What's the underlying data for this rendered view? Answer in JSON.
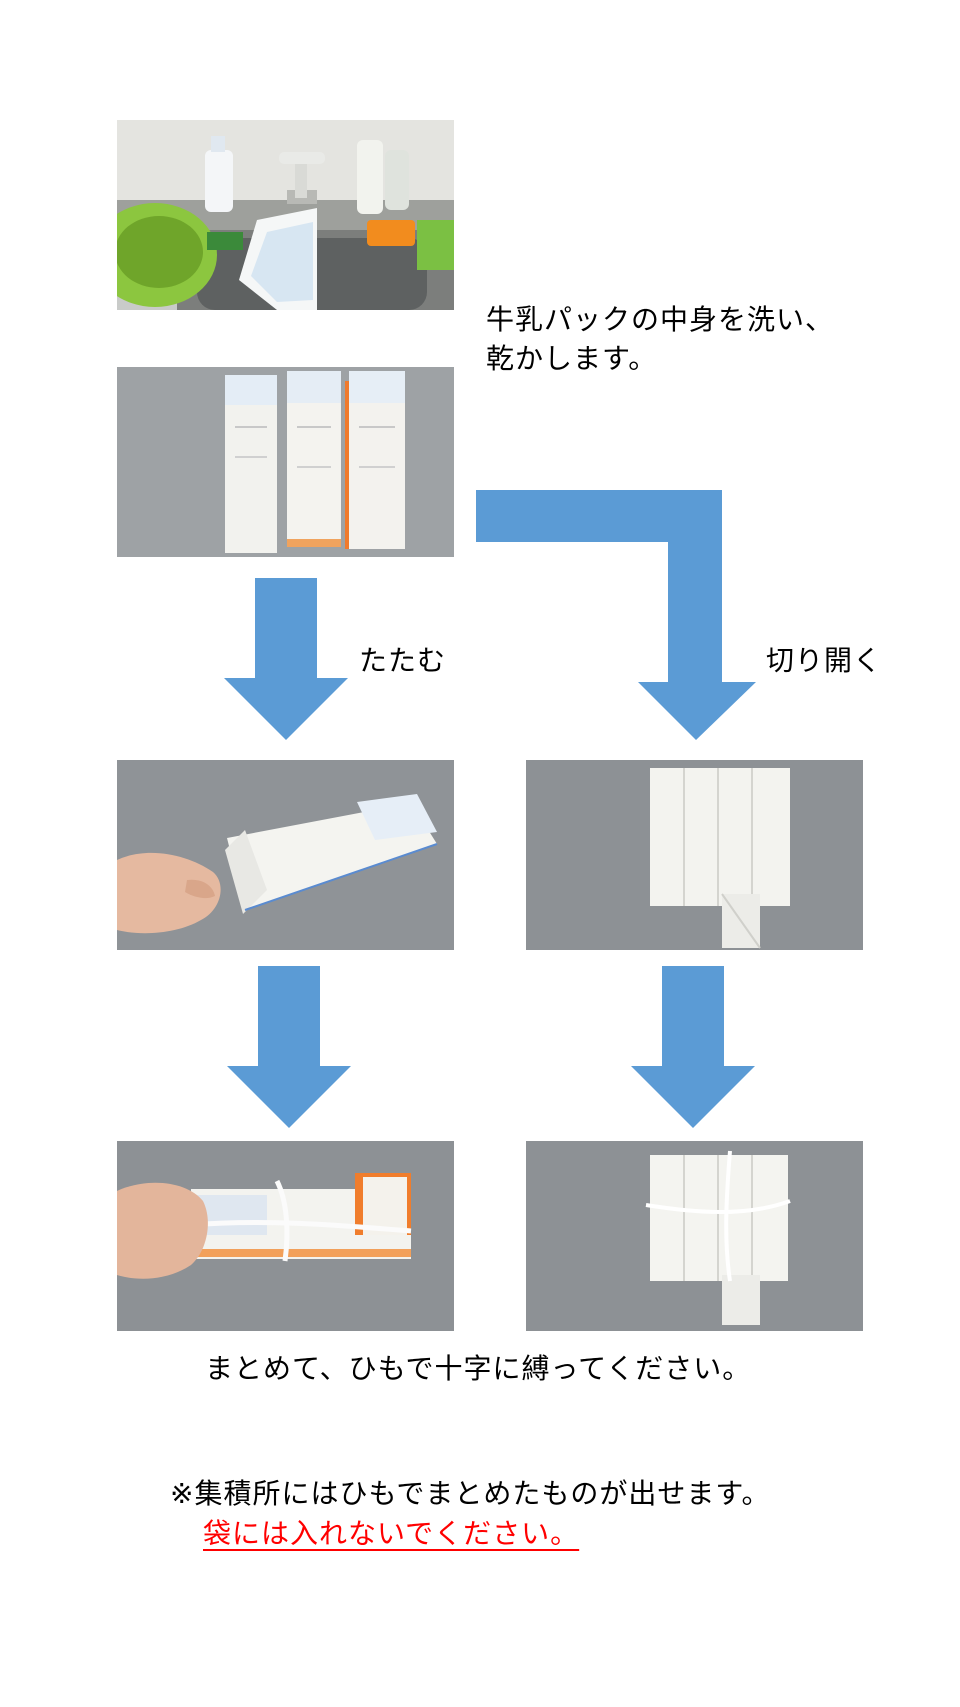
{
  "instructions": {
    "step1_line1": "牛乳パックの中身を洗い、",
    "step1_line2": "乾かします。",
    "fold_label": "たたむ",
    "cut_label": "切り開く",
    "tie_instruction": "まとめて、ひもで十字に縛ってください。",
    "note_line1": "※集積所にはひもでまとめたものが出せます。",
    "note_line2": "袋には入れないでください。"
  },
  "colors": {
    "arrow": "#5b9bd5",
    "note_red": "#ff0000"
  },
  "images": [
    {
      "name": "photo-rinsing-carton",
      "depicts": "rinsing milk carton at sink"
    },
    {
      "name": "photo-drying-cartons",
      "depicts": "three cartons drying"
    },
    {
      "name": "photo-folding-carton",
      "depicts": "hand folding a carton"
    },
    {
      "name": "photo-cut-open-carton",
      "depicts": "carton cut open and flattened"
    },
    {
      "name": "photo-folded-bundle",
      "depicts": "folded cartons tied with string"
    },
    {
      "name": "photo-cut-open-bundle",
      "depicts": "cut-open cartons tied with string"
    }
  ]
}
